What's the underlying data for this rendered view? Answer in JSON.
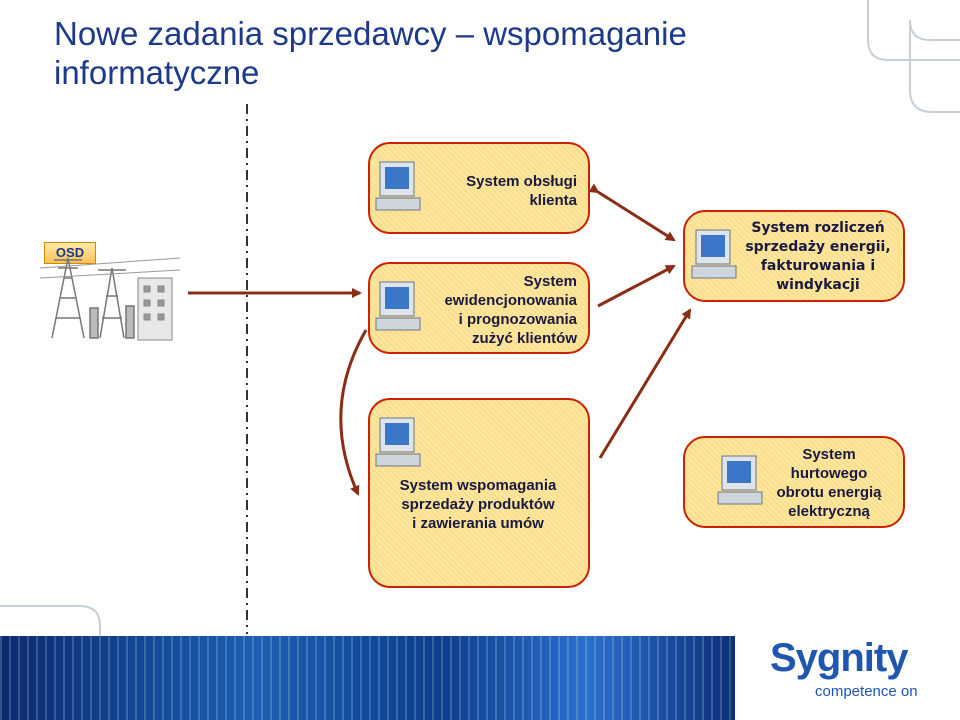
{
  "title": "Nowe zadania sprzedawcy – wspomaganie informatyczne",
  "osd_label": "OSD",
  "boxes": {
    "obslugi": "System obsługi\nklienta",
    "ewidencjonowania": "System\newidencjonowania\ni prognozowania\nzużyć klientów",
    "rozliczen": "System rozliczeń\nsprzedaży energii,\nfakturowania i\nwindykacji",
    "wspomagania": "System wspomagania\nsprzedaży produktów\ni zawierania umów",
    "hurtowego": "System\nhurtowego\nobrotu energią\nelektryczną"
  },
  "logo": {
    "name": "Sygnity",
    "tagline": "competence on"
  },
  "colors": {
    "title": "#1d3a8a",
    "box_fill": "#fde59a",
    "box_border": "#cc2200",
    "arrow": "#8b2c14",
    "logo": "#1e56b0"
  }
}
